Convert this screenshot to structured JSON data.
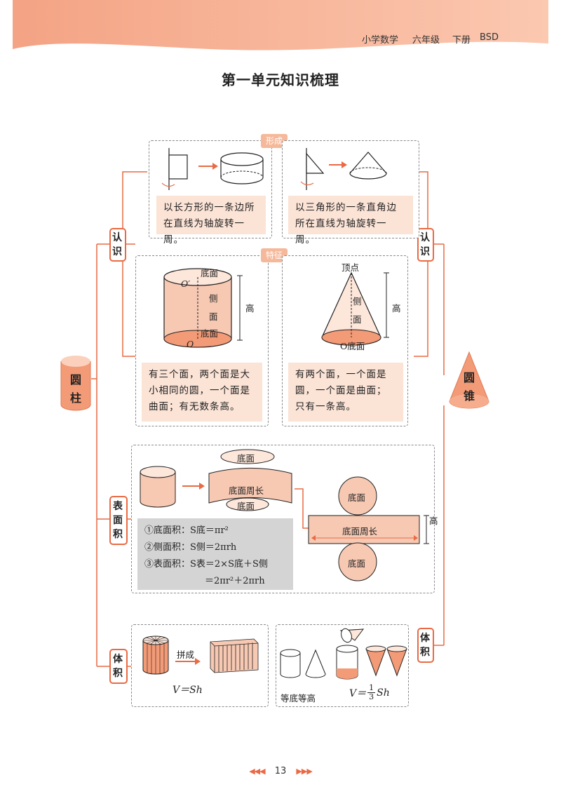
{
  "header": {
    "subject": "小学数学",
    "grade": "六年级",
    "volume": "下册",
    "edition": "BSD"
  },
  "page_title": "第一单元知识梳理",
  "shapes": {
    "cylinder": "圆柱",
    "cone": "圆锥"
  },
  "sections": {
    "recognition_left": "认识",
    "recognition_right": "认识",
    "surface_area": "表面积",
    "volume_left": "体积",
    "volume_right": "体积"
  },
  "formation": {
    "tag": "形成",
    "cylinder_caption": "以长方形的一条边所在直线为轴旋转一周。",
    "cone_caption": "以三角形的一条直角边所在直线为轴旋转一周。"
  },
  "features": {
    "tag": "特征",
    "cylinder_labels": {
      "top_base": "底面",
      "top_center": "O′",
      "side1": "侧",
      "side2": "面",
      "height": "高",
      "bottom_base": "底面",
      "bottom_center": "O"
    },
    "cone_labels": {
      "apex": "顶点",
      "side1": "侧",
      "side2": "面",
      "height": "高",
      "base": "O底面"
    },
    "cylinder_caption": "有三个面，两个面是大小相同的圆，一个面是曲面；有无数条高。",
    "cone_caption": "有两个面，一个面是圆，一个面是曲面；只有一条高。"
  },
  "surface": {
    "top_base": "底面",
    "base_perimeter": "底面周长",
    "bottom_base": "底面",
    "net_top_base": "底面",
    "net_bottom_base": "底面",
    "net_perimeter": "底面周长",
    "net_height": "高",
    "formulas": [
      "①底面积：S底＝πr²",
      "②侧面积：S侧＝2πrh",
      "③表面积：S表＝2×S底＋S侧",
      "＝2πr²＋2πrh"
    ]
  },
  "volume": {
    "combine": "拼成",
    "cylinder_formula": "V＝Sh",
    "equal_base_height": "等底等高",
    "cone_formula_prefix": "V＝",
    "cone_fraction_num": "1",
    "cone_fraction_den": "3",
    "cone_formula_suffix": "Sh"
  },
  "footer": {
    "page_number": "13"
  },
  "colors": {
    "accent": "#e96a44",
    "peach": "#fbe3d6",
    "banner": "#f7b08f"
  }
}
